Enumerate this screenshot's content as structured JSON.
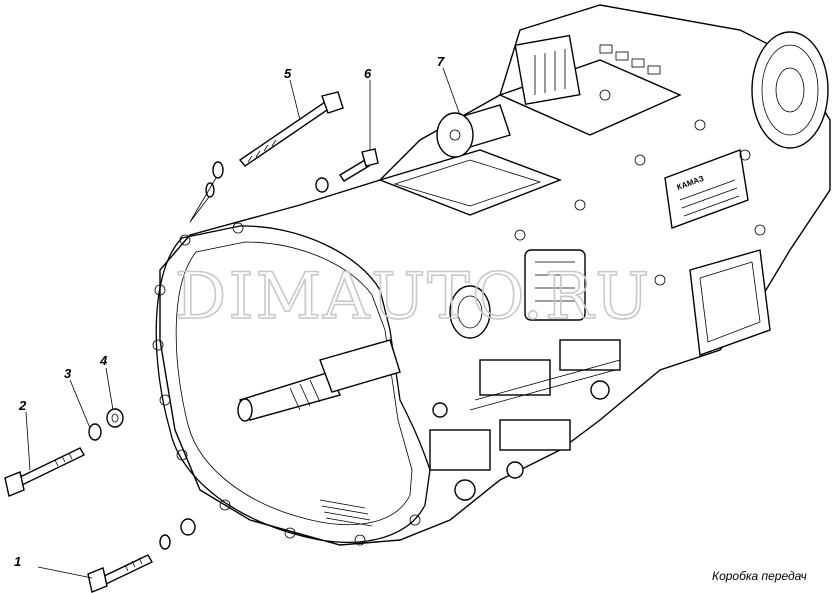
{
  "caption": "Коробка передач",
  "watermark": "DIMAUTO.RU",
  "nameplate": "КАМАЗ",
  "callouts": [
    {
      "id": "1",
      "text": "1"
    },
    {
      "id": "2",
      "text": "2"
    },
    {
      "id": "3",
      "text": "3"
    },
    {
      "id": "4",
      "text": "4"
    },
    {
      "id": "5",
      "text": "5"
    },
    {
      "id": "6",
      "text": "6"
    },
    {
      "id": "7",
      "text": "7"
    }
  ]
}
